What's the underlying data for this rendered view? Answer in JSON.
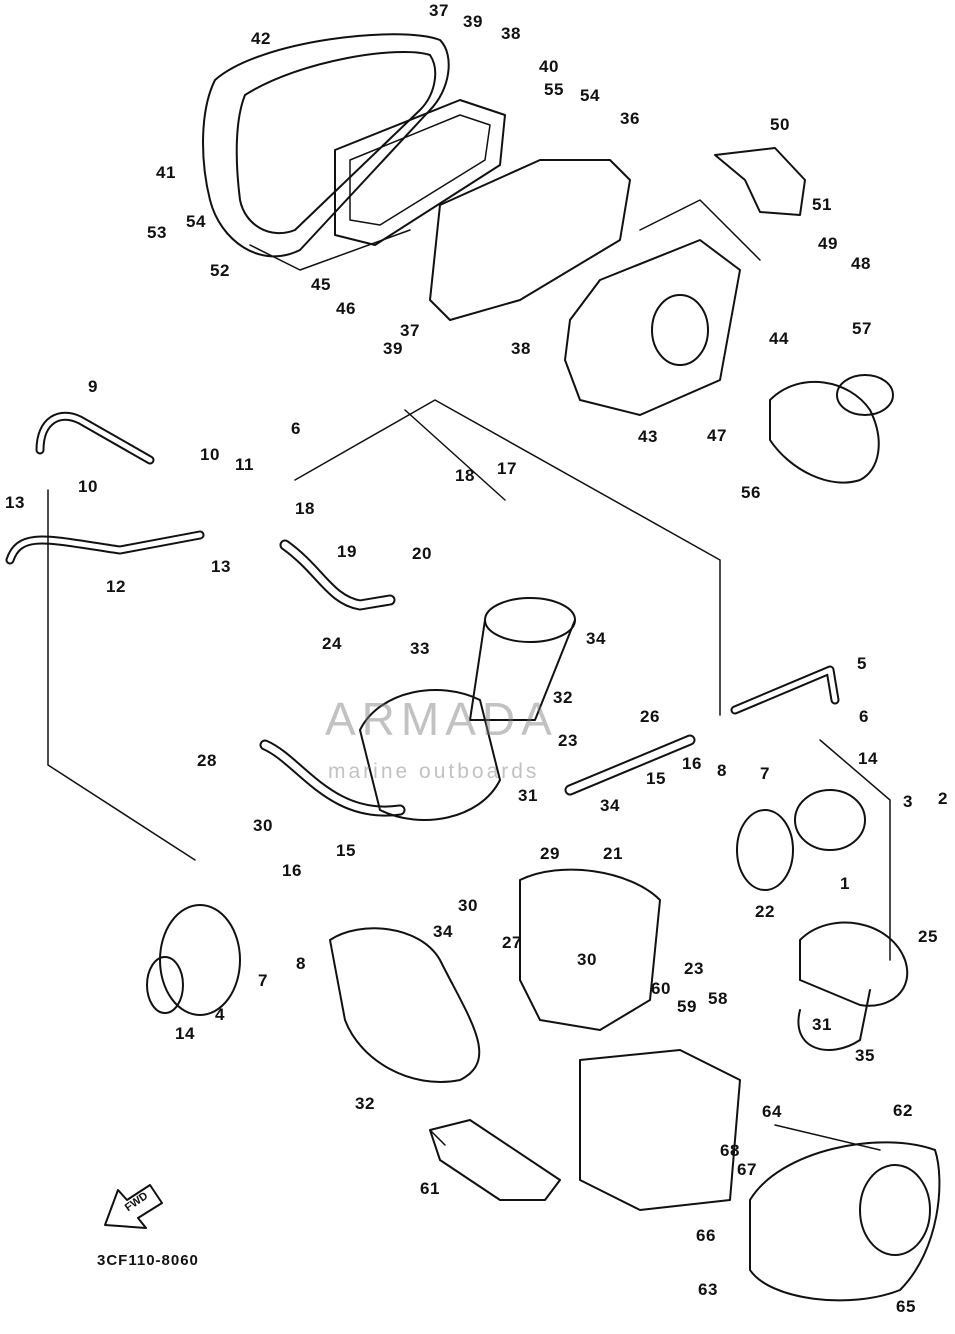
{
  "watermark": {
    "word": "ARMADA",
    "subtitle": "marine outboards",
    "color": "#e8a0c0"
  },
  "fwd_label": "FWD",
  "drawing_code": "3CF110-8060",
  "callouts": [
    "1",
    "2",
    "3",
    "4",
    "5",
    "6",
    "6",
    "7",
    "7",
    "8",
    "8",
    "9",
    "10",
    "10",
    "11",
    "12",
    "13",
    "13",
    "14",
    "14",
    "15",
    "15",
    "16",
    "16",
    "17",
    "18",
    "18",
    "19",
    "20",
    "21",
    "22",
    "23",
    "23",
    "24",
    "25",
    "26",
    "27",
    "28",
    "29",
    "30",
    "30",
    "30",
    "31",
    "31",
    "32",
    "32",
    "33",
    "34",
    "34",
    "34",
    "35",
    "36",
    "37",
    "37",
    "38",
    "38",
    "39",
    "39",
    "40",
    "41",
    "42",
    "43",
    "44",
    "45",
    "46",
    "47",
    "48",
    "49",
    "50",
    "51",
    "52",
    "53",
    "54",
    "54",
    "55",
    "56",
    "57",
    "58",
    "59",
    "60",
    "61",
    "62",
    "63",
    "64",
    "65",
    "66",
    "67",
    "68"
  ]
}
